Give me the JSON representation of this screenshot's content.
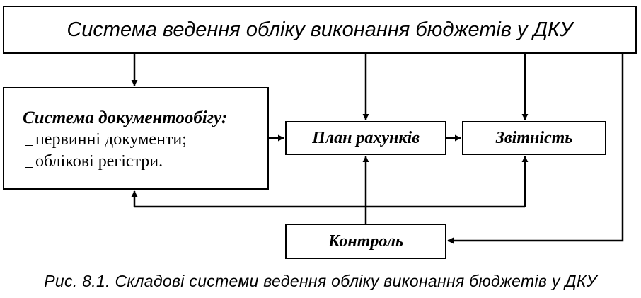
{
  "diagram": {
    "top_box": "Система ведення обліку виконання бюджетів у ДКУ",
    "doc_box": {
      "heading": "Система документообігу:",
      "items": [
        "первинні документи;",
        "облікові регістри."
      ]
    },
    "plan_box": "План рахунків",
    "report_box": "Звітність",
    "control_box": "Контроль"
  },
  "caption": "Рис.  8.1.  Складові системи ведення обліку виконання бюджетів у ДКУ"
}
